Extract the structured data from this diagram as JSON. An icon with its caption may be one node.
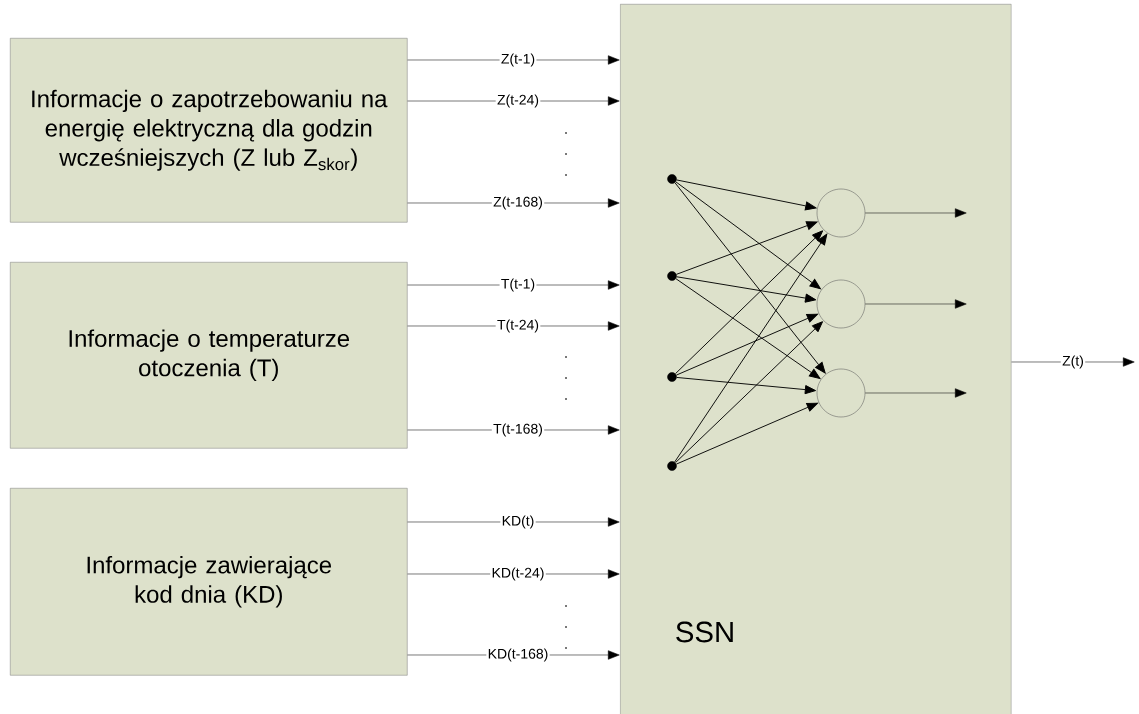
{
  "diagram": {
    "nodes": [
      {
        "text": [
          "Informacje o zapotrzebowaniu na energię elektryczną dla godzin wcześniejszych (Z lub Z$_{skor}$)"
        ]
      },
      {
        "text": [
          "Informacje o temperaturze otoczenia (T)"
        ]
      },
      {
        "text": [
          "Informacje zawierające kod dnia (KD)"
        ]
      },
      {
        "text": [
          "SSN"
        ]
      },
      {
        "text": [],
        "shape": "dot",
        "in": 3
      },
      {
        "text": [],
        "shape": "dot",
        "in": 3
      },
      {
        "text": [],
        "shape": "dot",
        "in": 3
      },
      {
        "text": [],
        "shape": "dot",
        "in": 3
      },
      {
        "text": [],
        "shape": "circle",
        "in": 3
      },
      {
        "text": [],
        "shape": "circle",
        "in": 3
      },
      {
        "text": [],
        "shape": "circle",
        "in": 3
      }
    ],
    "edges": [
      {
        "from": 0,
        "to": 3,
        "arrow": "to",
        "label": "Z(t-1)"
      },
      {
        "from": 0,
        "to": 3,
        "arrow": "to",
        "label": "Z(t-24)"
      },
      {
        "from": 0,
        "to": 3,
        "arrow": "to",
        "label": "Z(t-168)"
      },
      {
        "from": 1,
        "to": 3,
        "arrow": "to",
        "label": "T(t-1)"
      },
      {
        "from": 1,
        "to": 3,
        "arrow": "to",
        "label": "T(t-24)"
      },
      {
        "from": 1,
        "to": 3,
        "arrow": "to",
        "label": "T(t-168)"
      },
      {
        "from": 2,
        "to": 3,
        "arrow": "to",
        "label": "KD(t)"
      },
      {
        "from": 2,
        "to": 3,
        "arrow": "to",
        "label": "KD(t-24)"
      },
      {
        "from": 2,
        "to": 3,
        "arrow": "to",
        "label": "KD(t-168)"
      },
      {
        "from": 4,
        "to": 8,
        "arrow": "to"
      },
      {
        "from": 4,
        "to": 9,
        "arrow": "to"
      },
      {
        "from": 4,
        "to": 10,
        "arrow": "to"
      },
      {
        "from": 5,
        "to": 8,
        "arrow": "to"
      },
      {
        "from": 5,
        "to": 9,
        "arrow": "to"
      },
      {
        "from": 5,
        "to": 10,
        "arrow": "to"
      },
      {
        "from": 6,
        "to": 8,
        "arrow": "to"
      },
      {
        "from": 6,
        "to": 9,
        "arrow": "to"
      },
      {
        "from": 6,
        "to": 10,
        "arrow": "to"
      },
      {
        "from": 7,
        "to": 8,
        "arrow": "to"
      },
      {
        "from": 7,
        "to": 9,
        "arrow": "to"
      },
      {
        "from": 7,
        "to": 10,
        "arrow": "to"
      },
      {
        "from": 8,
        "to": null,
        "arrow": "to"
      },
      {
        "from": 9,
        "to": null,
        "arrow": "to"
      },
      {
        "from": 10,
        "to": null,
        "arrow": "to"
      },
      {
        "from": 3,
        "to": null,
        "arrow": "to",
        "label": "Z(t)"
      }
    ],
    "labels": [
      ".",
      ".",
      ".",
      ".",
      ".",
      ".",
      ".",
      ".",
      "."
    ]
  }
}
